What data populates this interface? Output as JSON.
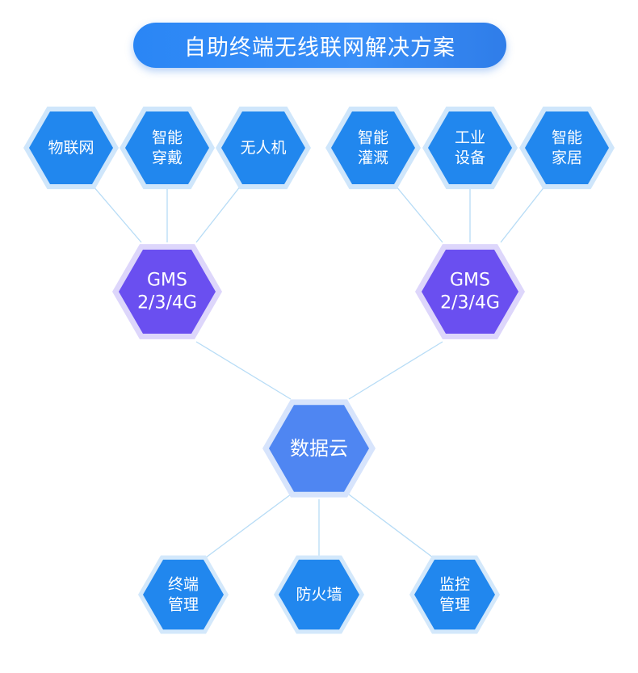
{
  "title": "自助终端无线联网解决方案",
  "colors": {
    "device_fill": "#2187ee",
    "device_ring": "#cfe6fb",
    "gateway_fill": "#6a4ff0",
    "gateway_ring": "#ddd6fb",
    "cloud_fill": "#4f86f2",
    "cloud_ring": "#d7e4fc",
    "service_fill": "#2187ee",
    "service_ring": "#d3e8fb",
    "link": "#b7dcf6"
  },
  "nodes": {
    "iot": {
      "lines": [
        "物联网"
      ]
    },
    "wearable": {
      "lines": [
        "智能",
        "穿戴"
      ]
    },
    "drone": {
      "lines": [
        "无人机"
      ]
    },
    "irrigation": {
      "lines": [
        "智能",
        "灌溉"
      ]
    },
    "industrial": {
      "lines": [
        "工业",
        "设备"
      ]
    },
    "smart_home": {
      "lines": [
        "智能",
        "家居"
      ]
    },
    "gateway_left": {
      "lines": [
        "GMS",
        "2/3/4G"
      ]
    },
    "gateway_right": {
      "lines": [
        "GMS",
        "2/3/4G"
      ]
    },
    "cloud": {
      "lines": [
        "数据云"
      ]
    },
    "terminal_mgmt": {
      "lines": [
        "终端",
        "管理"
      ]
    },
    "firewall": {
      "lines": [
        "防火墙"
      ]
    },
    "monitor_mgmt": {
      "lines": [
        "监控",
        "管理"
      ]
    }
  }
}
